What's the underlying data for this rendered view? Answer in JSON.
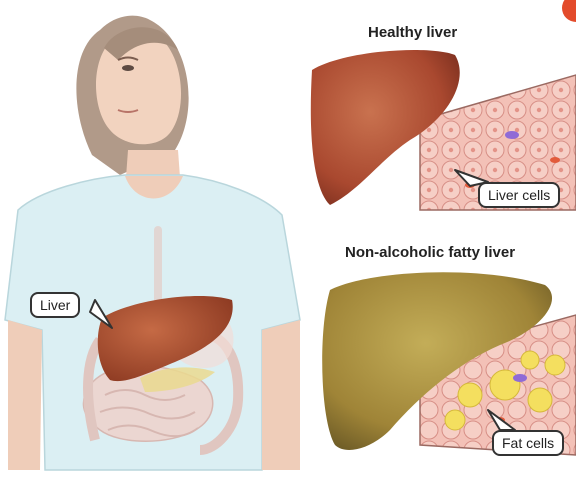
{
  "labels": {
    "healthy_title": "Healthy liver",
    "fatty_title": "Non-alcoholic fatty liver",
    "liver_callout": "Liver",
    "liver_cells_callout": "Liver cells",
    "fat_cells_callout": "Fat cells"
  },
  "colors": {
    "skin": "#f1d2c0",
    "hair": "#a9917f",
    "shirt": "#d9eef2",
    "healthy_liver": "#b65a3a",
    "fatty_liver": "#a58b3d",
    "liver_cell": "#f0b0a6",
    "fat_cell": "#f4df5f",
    "intestine": "#e8c8c0",
    "accent_red": "#e34b2b"
  }
}
